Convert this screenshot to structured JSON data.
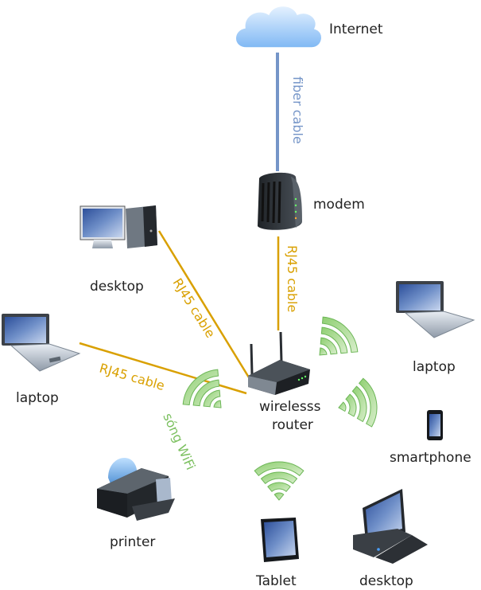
{
  "colors": {
    "fiber": "#7595c8",
    "rj45": "#d9a000",
    "wifi_fill": "#a8d890",
    "wifi_stroke": "#6cb656",
    "wifi_text": "#7cc060",
    "text": "#222222"
  },
  "nodes": {
    "internet": {
      "label": "Internet"
    },
    "modem": {
      "label": "modem"
    },
    "router": {
      "label_line1": "wirelesss",
      "label_line2": "router"
    },
    "desktop_left": {
      "label": "desktop"
    },
    "laptop_left": {
      "label": "laptop"
    },
    "printer": {
      "label": "printer"
    },
    "tablet": {
      "label": "Tablet"
    },
    "desktop_right": {
      "label": "desktop"
    },
    "laptop_right": {
      "label": "laptop"
    },
    "smartphone": {
      "label": "smartphone"
    }
  },
  "links": {
    "fiber": {
      "label": "fiber cable"
    },
    "modem_router": {
      "label": "RJ45 cable"
    },
    "desktop_router": {
      "label": "RJ45 cable"
    },
    "laptop_router": {
      "label": "RJ45 cable"
    },
    "wifi": {
      "label": "sóng WiFi"
    }
  }
}
